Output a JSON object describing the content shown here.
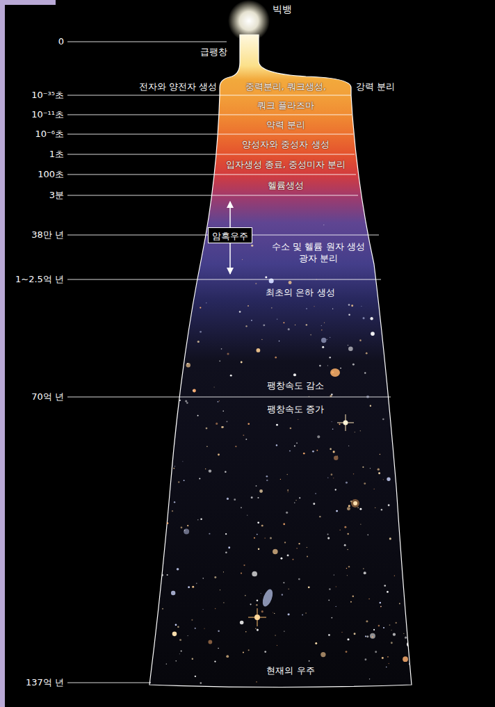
{
  "diagram": {
    "nodes": [
      {
        "text": [
          "중력분리, 쿼크생성,"
        ]
      },
      {
        "text": [
          "쿼크 플라즈마"
        ]
      },
      {
        "text": [
          "약력 분리"
        ]
      },
      {
        "text": [
          "양성자와 중성자 생성"
        ]
      },
      {
        "text": [
          "입자생성 종료, 중성미자 분리"
        ]
      },
      {
        "text": [
          "헬륨생성"
        ]
      },
      {
        "text": [
          "암흑우주"
        ]
      }
    ],
    "labels": [
      "빅뱅",
      "급팽창",
      "전자와 양전자 생성",
      "강력 분리",
      "0",
      "10⁻³⁵초",
      "10⁻¹¹초",
      "10⁻⁶초",
      "1초",
      "100초",
      "3분",
      "38만 년",
      "1~2.5억 년",
      "70억 년",
      "137억 년",
      "수소 및 헬륨 원자 생성 광자 분리",
      "최초의 은하 생성",
      "팽창속도 감소",
      "팽창속도 증가",
      "현재의 우주"
    ]
  }
}
